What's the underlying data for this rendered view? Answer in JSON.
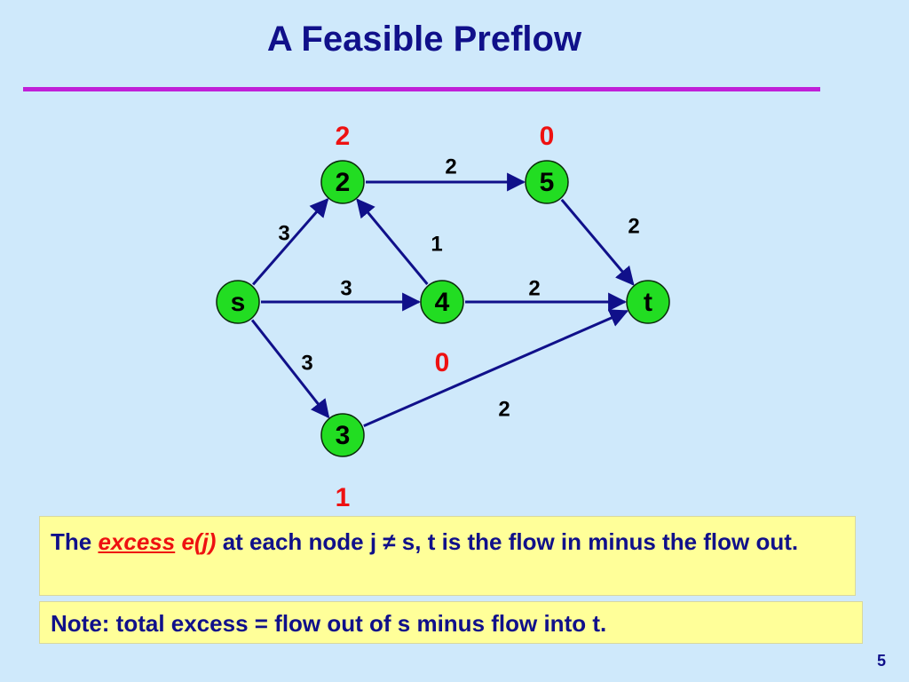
{
  "title": "A Feasible Preflow",
  "colors": {
    "background": "#cfe9fb",
    "title": "#10108a",
    "rule": "#c020d8",
    "node_fill": "#22dd22",
    "edge": "#10108a",
    "excess": "#ee1111",
    "box_fill": "#ffff99"
  },
  "diagram": {
    "nodes": [
      {
        "id": "s",
        "label": "s",
        "excess": ""
      },
      {
        "id": "n2",
        "label": "2",
        "excess": "2"
      },
      {
        "id": "n5",
        "label": "5",
        "excess": "0"
      },
      {
        "id": "n4",
        "label": "4",
        "excess": "0"
      },
      {
        "id": "n3",
        "label": "3",
        "excess": "1"
      },
      {
        "id": "t",
        "label": "t",
        "excess": ""
      }
    ],
    "edges": [
      {
        "from": "s",
        "to": "n2",
        "flow": "3"
      },
      {
        "from": "s",
        "to": "n4",
        "flow": "3"
      },
      {
        "from": "s",
        "to": "n3",
        "flow": "3"
      },
      {
        "from": "n2",
        "to": "n5",
        "flow": "2"
      },
      {
        "from": "n4",
        "to": "n2",
        "flow": "1"
      },
      {
        "from": "n5",
        "to": "t",
        "flow": "2"
      },
      {
        "from": "n4",
        "to": "t",
        "flow": "2"
      },
      {
        "from": "n3",
        "to": "t",
        "flow": "2"
      }
    ]
  },
  "box1": {
    "prefix": "The",
    "excess_word": "excess",
    "excess_fn": "e(j)",
    "suffix": "at each node j ≠ s, t is the flow in minus the flow out."
  },
  "box2": {
    "text": "Note:  total excess = flow out of s minus flow into t."
  },
  "page_number": "5"
}
